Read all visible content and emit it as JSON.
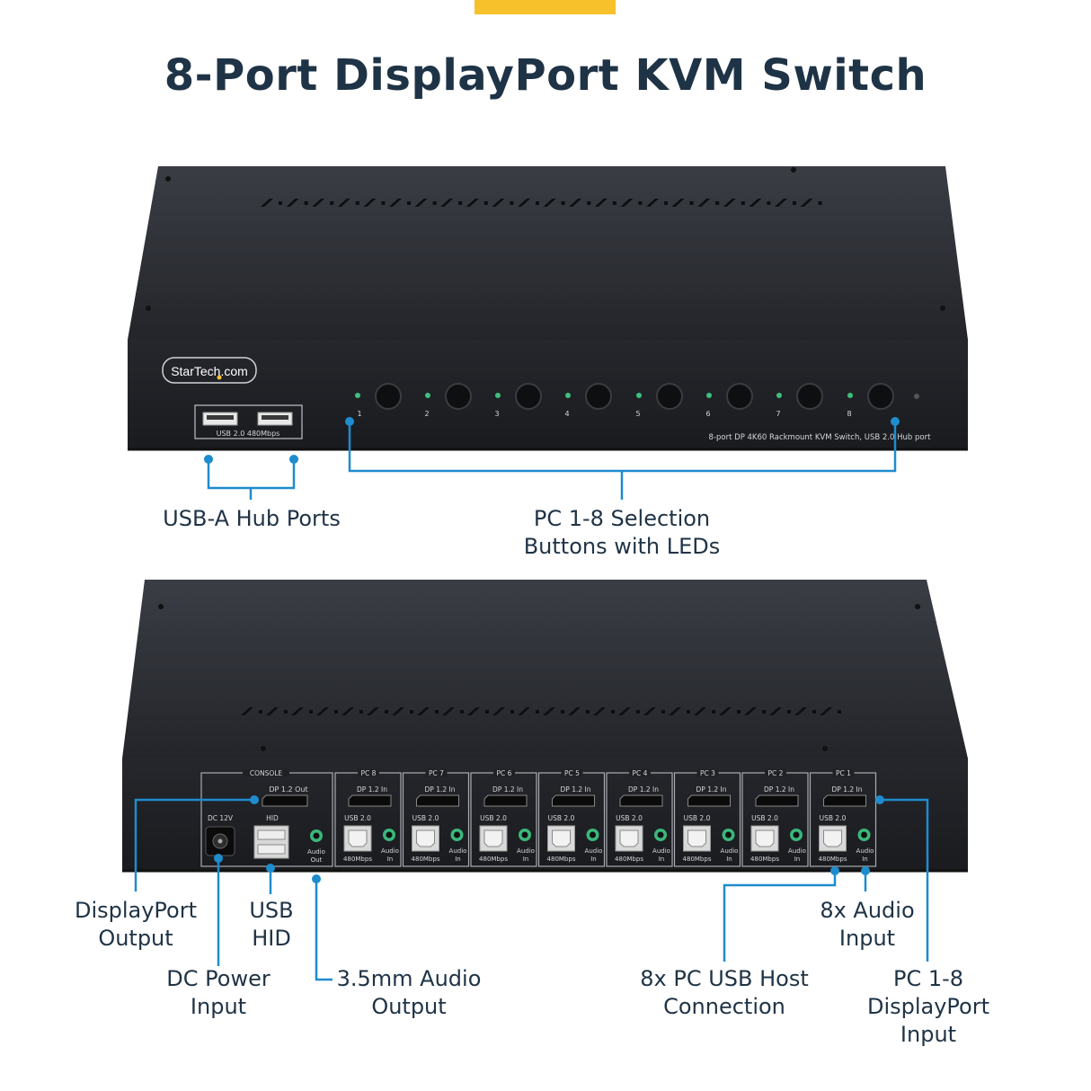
{
  "title": "8-Port DisplayPort KVM Switch",
  "accent_color": "#f7c12b",
  "callout_color": "#1e8ccd",
  "device_color": "#2b2d33",
  "front": {
    "brand": "StarTech.com",
    "usb_port_label": "USB 2.0 480Mbps",
    "model_text": "8-port DP 4K60 Rackmount KVM Switch, USB 2.0 Hub port",
    "buttons": [
      "1",
      "2",
      "3",
      "4",
      "5",
      "6",
      "7",
      "8"
    ]
  },
  "rear": {
    "console_label": "CONSOLE",
    "dp_out_label": "DP 1.2 Out",
    "dc_label": "DC 12V",
    "hid_label": "HID",
    "audio_out_label": "Audio Out",
    "pc_ports": [
      "PC 8",
      "PC 7",
      "PC 6",
      "PC 5",
      "PC 4",
      "PC 3",
      "PC 2",
      "PC 1"
    ],
    "dp_in_label": "DP 1.2 In",
    "usb_label": "USB 2.0",
    "speed_label": "480Mbps",
    "audio_in_label": "Audio In"
  },
  "callouts": {
    "usb_hub": "USB-A Hub Ports",
    "pc_sel_1": "PC 1-8 Selection",
    "pc_sel_2": "Buttons with LEDs",
    "dp_out_1": "DisplayPort",
    "dp_out_2": "Output",
    "usb_hid_1": "USB",
    "usb_hid_2": "HID",
    "dc_1": "DC Power",
    "dc_2": "Input",
    "audio_out_1": "3.5mm Audio",
    "audio_out_2": "Output",
    "audio_in_1": "8x Audio",
    "audio_in_2": "Input",
    "usb_host_1": "8x PC USB Host",
    "usb_host_2": "Connection",
    "dp_in_1": "PC 1-8",
    "dp_in_2": "DisplayPort",
    "dp_in_3": "Input"
  }
}
